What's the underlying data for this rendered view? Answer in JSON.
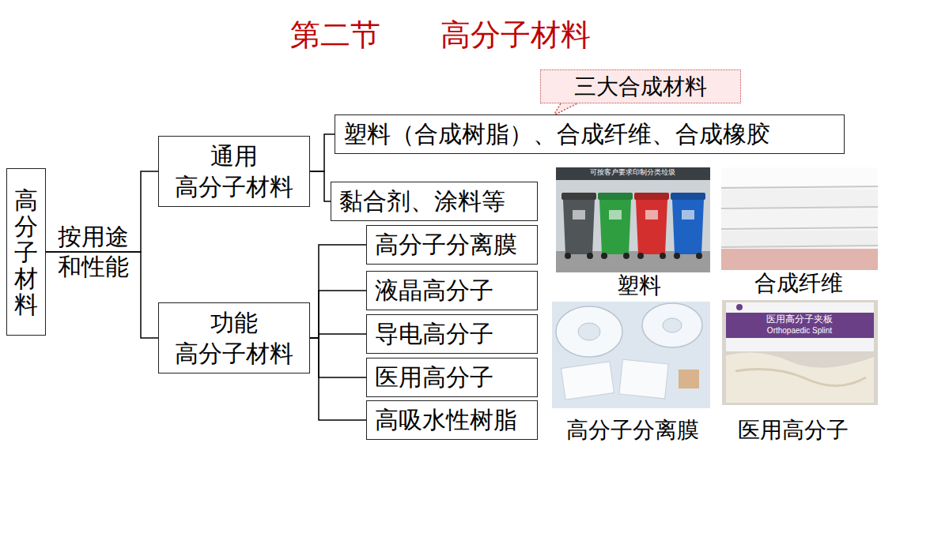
{
  "diagram": {
    "title": "第二节　　高分子材料",
    "nodes": [
      {
        "text": [
          "高分子材料"
        ]
      },
      {
        "text": [
          "通用 高分子材料"
        ]
      },
      {
        "text": [
          "功能 高分子材料"
        ]
      },
      {
        "text": [
          "塑料（合成树脂）、合成纤维、合成橡胶"
        ]
      },
      {
        "text": [
          "黏合剂、涂料等"
        ]
      },
      {
        "text": [
          "高分子分离膜"
        ]
      },
      {
        "text": [
          "液晶高分子"
        ]
      },
      {
        "text": [
          "导电高分子"
        ]
      },
      {
        "text": [
          "医用高分子"
        ]
      },
      {
        "text": [
          "高吸水性树脂"
        ]
      },
      {
        "text": [
          "三大合成材料"
        ]
      }
    ],
    "edges": [
      {
        "from": 0,
        "to": 1,
        "arrow": "none"
      },
      {
        "from": 0,
        "to": 2,
        "arrow": "none"
      },
      {
        "from": 1,
        "to": 3,
        "arrow": "none"
      },
      {
        "from": 1,
        "to": 4,
        "arrow": "none"
      },
      {
        "from": 2,
        "to": 5,
        "arrow": "none"
      },
      {
        "from": 2,
        "to": 6,
        "arrow": "none"
      },
      {
        "from": 2,
        "to": 7,
        "arrow": "none"
      },
      {
        "from": 2,
        "to": 8,
        "arrow": "none"
      },
      {
        "from": 2,
        "to": 9,
        "arrow": "none"
      }
    ],
    "labels": [
      "按用途和性能",
      "可按客户要求印制分类垃圾",
      "塑料",
      "合成纤维",
      "高分子分离膜",
      "医用高分子",
      "医用高分子夹板",
      "Orthopaedic Splint"
    ]
  }
}
